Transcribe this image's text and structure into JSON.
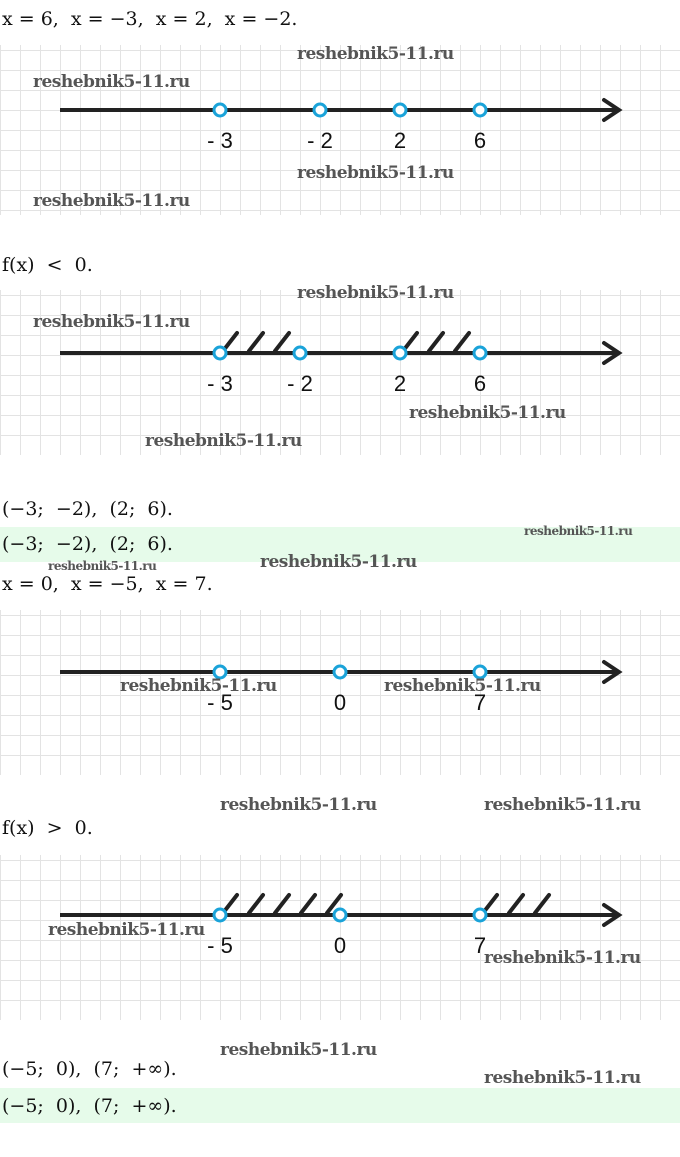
{
  "watermark": "reshebnik5-11.ru",
  "lines": {
    "roots1": "x = 6,  x = −3,  x = 2,  x = −2.",
    "ineq1": "f(x)  <  0.",
    "ans1": "(−3;  −2),  (2;  6).",
    "ans1_highlight": "(−3;  −2),  (2;  6).",
    "roots2": "x = 0,  x = −5,  x = 7.",
    "ineq2": "f(x)  >  0.",
    "ans2": "(−5;  0),  (7;  +∞).",
    "ans2_highlight": "(−5;  0),  (7;  +∞)."
  },
  "colors": {
    "axis": "#222222",
    "point": "#1aa3d9",
    "band": "#e6fbea"
  },
  "diagrams": [
    {
      "points": [
        {
          "v": -3,
          "label": "- 3"
        },
        {
          "v": -2,
          "label": "- 2"
        },
        {
          "v": 2,
          "label": "2"
        },
        {
          "v": 6,
          "label": "6"
        }
      ],
      "hatched": []
    },
    {
      "points": [
        {
          "v": -3,
          "label": "- 3"
        },
        {
          "v": -2,
          "label": "- 2"
        },
        {
          "v": 2,
          "label": "2"
        },
        {
          "v": 6,
          "label": "6"
        }
      ],
      "hatched": [
        [
          -3,
          -2
        ],
        [
          2,
          6
        ]
      ]
    },
    {
      "points": [
        {
          "v": -5,
          "label": "- 5"
        },
        {
          "v": 0,
          "label": "0"
        },
        {
          "v": 7,
          "label": "7"
        }
      ],
      "hatched": []
    },
    {
      "points": [
        {
          "v": -5,
          "label": "- 5"
        },
        {
          "v": 0,
          "label": "0"
        },
        {
          "v": 7,
          "label": "7"
        }
      ],
      "hatched": [
        [
          -5,
          0
        ],
        [
          7,
          "inf"
        ]
      ]
    }
  ]
}
